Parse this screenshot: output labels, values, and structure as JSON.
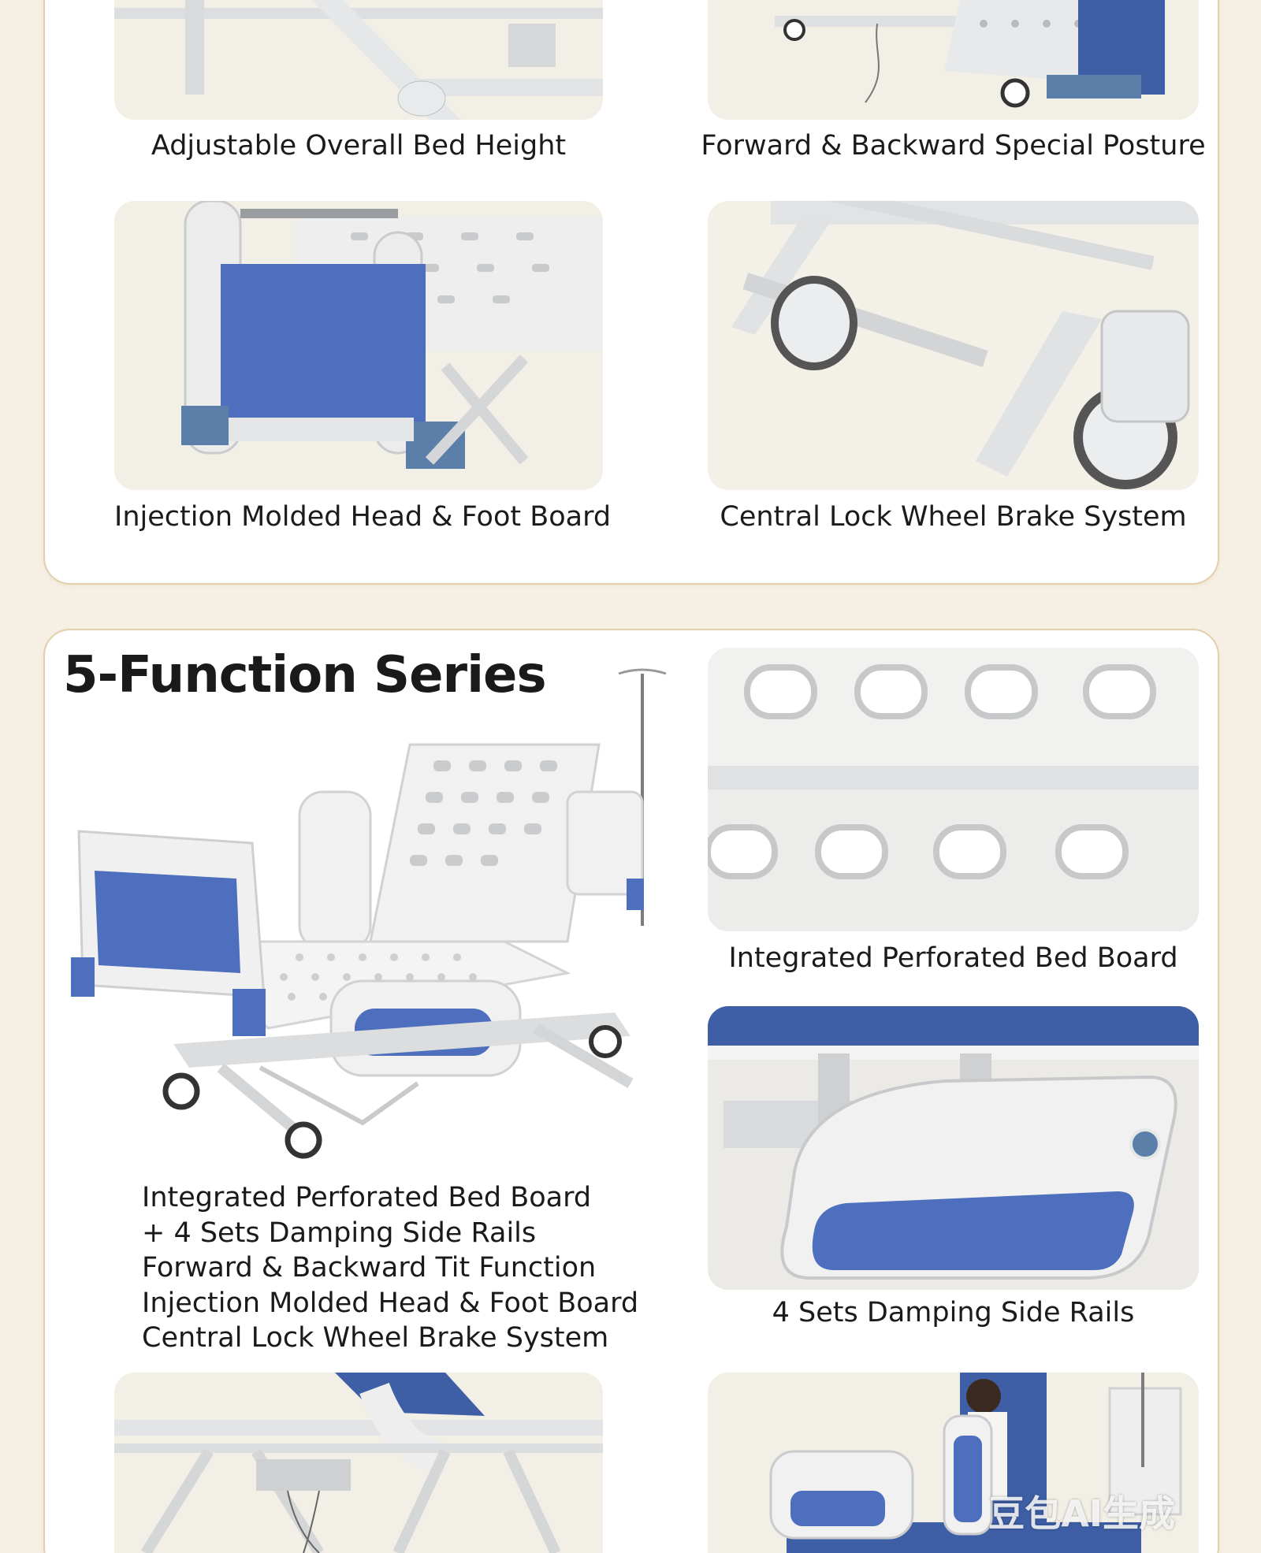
{
  "top_section": {
    "items": [
      {
        "caption": "Adjustable Overall Bed Height"
      },
      {
        "caption": "Forward & Backward Special Posture"
      },
      {
        "caption": "Injection Molded Head & Foot Board"
      },
      {
        "caption": "Central Lock Wheel Brake System"
      }
    ]
  },
  "five_function": {
    "title": "5-Function Series",
    "features": [
      "Integrated Perforated Bed Board",
      "+ 4 Sets Damping Side Rails",
      "Forward & Backward Tit Function",
      "Injection Molded Head & Foot Board",
      "Central Lock Wheel Brake System"
    ],
    "items": [
      {
        "caption": "Integrated Perforated Bed Board"
      },
      {
        "caption": "4 Sets Damping Side Rails"
      }
    ]
  },
  "watermark": "豆包AI生成",
  "colors": {
    "background": "#f6f0e4",
    "card_border": "#e3cfa9",
    "accent_blue": "#4d6fbe",
    "frame_gray": "#dfe1e3"
  }
}
